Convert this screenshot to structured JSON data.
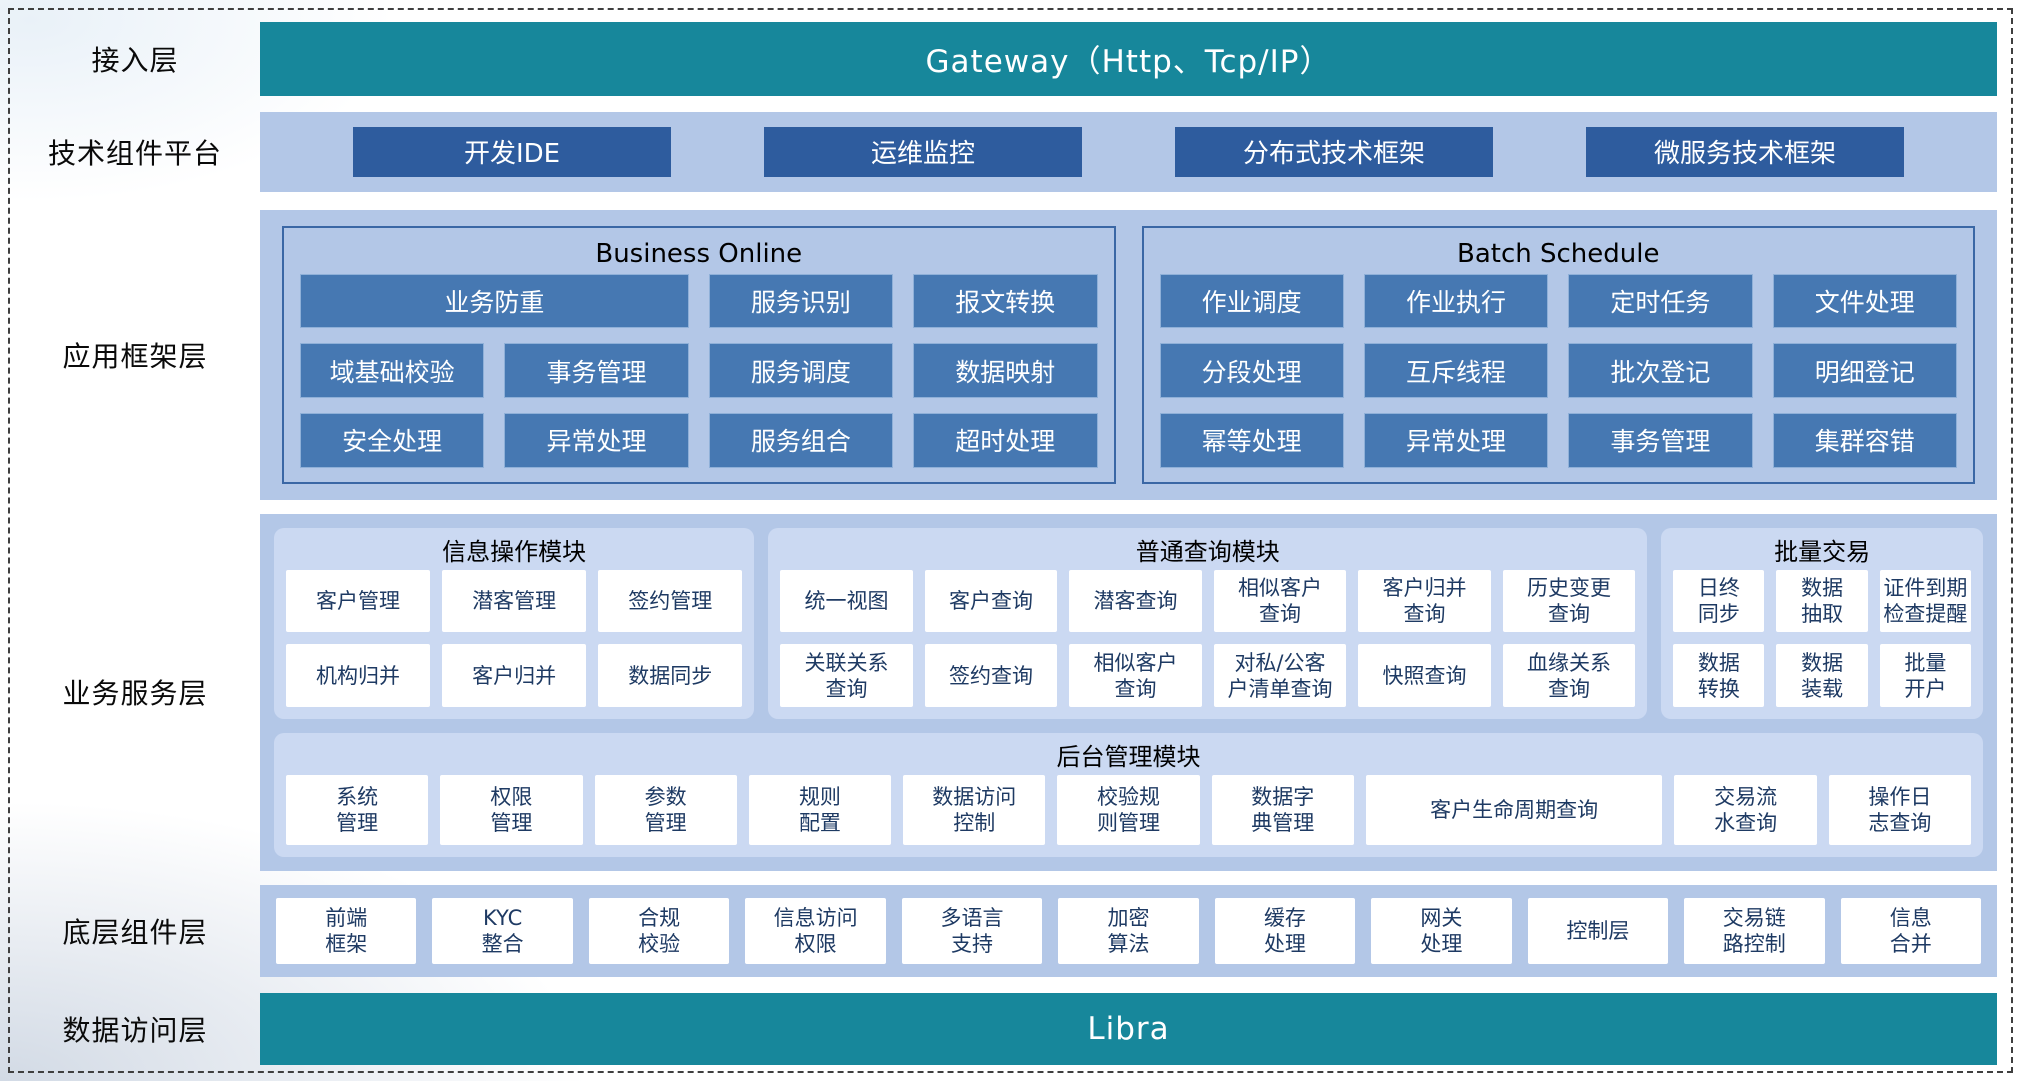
{
  "colors": {
    "teal": "#17879b",
    "row_bg": "#b3c7e7",
    "dark_btn": "#2e5c9e",
    "mid_btn": "#4678b2",
    "panel_border": "#3a67a5",
    "module_bg": "#cbd9f2",
    "box_text": "#1e3a63"
  },
  "access_layer": {
    "label": "接入层",
    "gateway_text": "Gateway（Http、Tcp/IP）"
  },
  "tech_platform": {
    "label": "技术组件平台",
    "items": [
      "开发IDE",
      "运维监控",
      "分布式技术框架",
      "微服务技术框架"
    ]
  },
  "app_framework": {
    "label": "应用框架层",
    "panels": [
      {
        "title": "Business Online",
        "items": [
          {
            "label": "业务防重",
            "span": 2
          },
          {
            "label": "服务识别"
          },
          {
            "label": "报文转换"
          },
          {
            "label": "域基础校验"
          },
          {
            "label": "事务管理"
          },
          {
            "label": "服务调度"
          },
          {
            "label": "数据映射"
          },
          {
            "label": "安全处理"
          },
          {
            "label": "异常处理"
          },
          {
            "label": "服务组合"
          },
          {
            "label": "超时处理"
          }
        ]
      },
      {
        "title": "Batch Schedule",
        "items": [
          {
            "label": "作业调度"
          },
          {
            "label": "作业执行"
          },
          {
            "label": "定时任务"
          },
          {
            "label": "文件处理"
          },
          {
            "label": "分段处理"
          },
          {
            "label": "互斥线程"
          },
          {
            "label": "批次登记"
          },
          {
            "label": "明细登记"
          },
          {
            "label": "幂等处理"
          },
          {
            "label": "异常处理"
          },
          {
            "label": "事务管理"
          },
          {
            "label": "集群容错"
          }
        ]
      }
    ]
  },
  "business_service": {
    "label": "业务服务层",
    "modules": [
      {
        "title": "信息操作模块",
        "items": [
          "客户管理",
          "潜客管理",
          "签约管理",
          "机构归并",
          "客户归并",
          "数据同步"
        ]
      },
      {
        "title": "普通查询模块",
        "items": [
          "统一视图",
          "客户查询",
          "潜客查询",
          "相似客户\n查询",
          "客户归并\n查询",
          "历史变更\n查询",
          "关联关系\n查询",
          "签约查询",
          "相似客户\n查询",
          "对私/公客\n户清单查询",
          "快照查询",
          "血缘关系\n查询"
        ]
      },
      {
        "title": "批量交易",
        "items": [
          "日终\n同步",
          "数据\n抽取",
          "证件到期\n检查提醒",
          "数据\n转换",
          "数据\n装载",
          "批量\n开户"
        ]
      }
    ],
    "admin_module": {
      "title": "后台管理模块",
      "items": [
        {
          "label": "系统\n管理"
        },
        {
          "label": "权限\n管理"
        },
        {
          "label": "参数\n管理"
        },
        {
          "label": "规则\n配置"
        },
        {
          "label": "数据访问\n控制"
        },
        {
          "label": "校验规\n则管理"
        },
        {
          "label": "数据字\n典管理"
        },
        {
          "label": "客户生命周期查询",
          "span": 2
        },
        {
          "label": "交易流\n水查询"
        },
        {
          "label": "操作日\n志查询"
        }
      ]
    }
  },
  "base_components": {
    "label": "底层组件层",
    "items": [
      "前端\n框架",
      "KYC\n整合",
      "合规\n校验",
      "信息访问\n权限",
      "多语言\n支持",
      "加密\n算法",
      "缓存\n处理",
      "网关\n处理",
      "控制层",
      "交易链\n路控制",
      "信息\n合并"
    ]
  },
  "data_access": {
    "label": "数据访问层",
    "bar_text": "Libra"
  }
}
